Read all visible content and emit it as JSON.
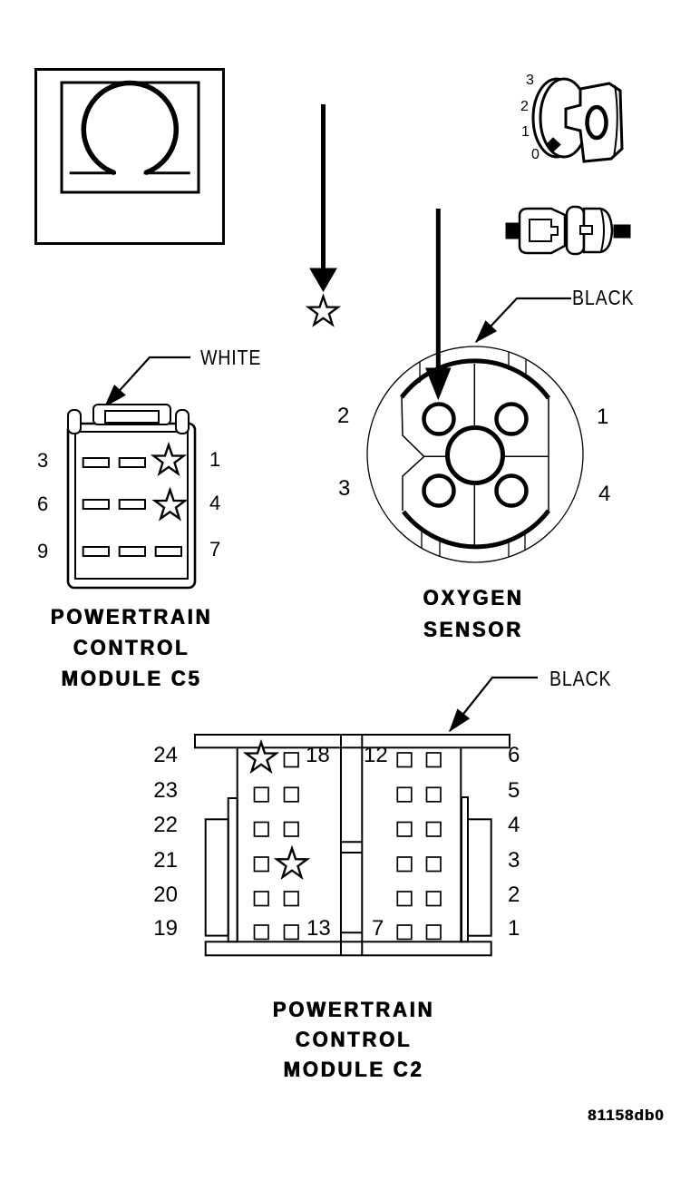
{
  "page": {
    "background": "#ffffff",
    "ink": "#000000"
  },
  "figure_code": "81158db0",
  "ohmmeter": {
    "symbol": "ohm"
  },
  "meter_dial": {
    "tick_labels": [
      "3",
      "2",
      "1",
      "0"
    ],
    "pointer_position": "0"
  },
  "pcm_c5": {
    "connector_label": "WHITE",
    "title_lines": [
      "POWERTRAIN",
      "CONTROL",
      "MODULE C5"
    ],
    "left_pin_labels": [
      "3",
      "6",
      "9"
    ],
    "right_pin_labels": [
      "1",
      "4",
      "7"
    ],
    "starred_cavities": [
      {
        "row": 1,
        "column": 3
      },
      {
        "row": 2,
        "column": 3
      }
    ]
  },
  "oxygen_sensor": {
    "connector_label": "BLACK",
    "title_lines": [
      "OXYGEN",
      "SENSOR"
    ],
    "pin_labels": {
      "top_left": "2",
      "bottom_left": "3",
      "top_right": "1",
      "bottom_right": "4"
    }
  },
  "pcm_c2": {
    "connector_label": "BLACK",
    "title_lines": [
      "POWERTRAIN",
      "CONTROL",
      "MODULE C2"
    ],
    "left_pin_labels": [
      "24",
      "23",
      "22",
      "21",
      "20",
      "19"
    ],
    "right_pin_labels": [
      "6",
      "5",
      "4",
      "3",
      "2",
      "1"
    ],
    "inner_pin_labels": {
      "top_left": "18",
      "bottom_left": "13",
      "top_right": "12",
      "bottom_right": "7"
    },
    "starred_cavities": [
      {
        "row": 1,
        "column": 1
      },
      {
        "row": 4,
        "column": 2
      }
    ]
  }
}
